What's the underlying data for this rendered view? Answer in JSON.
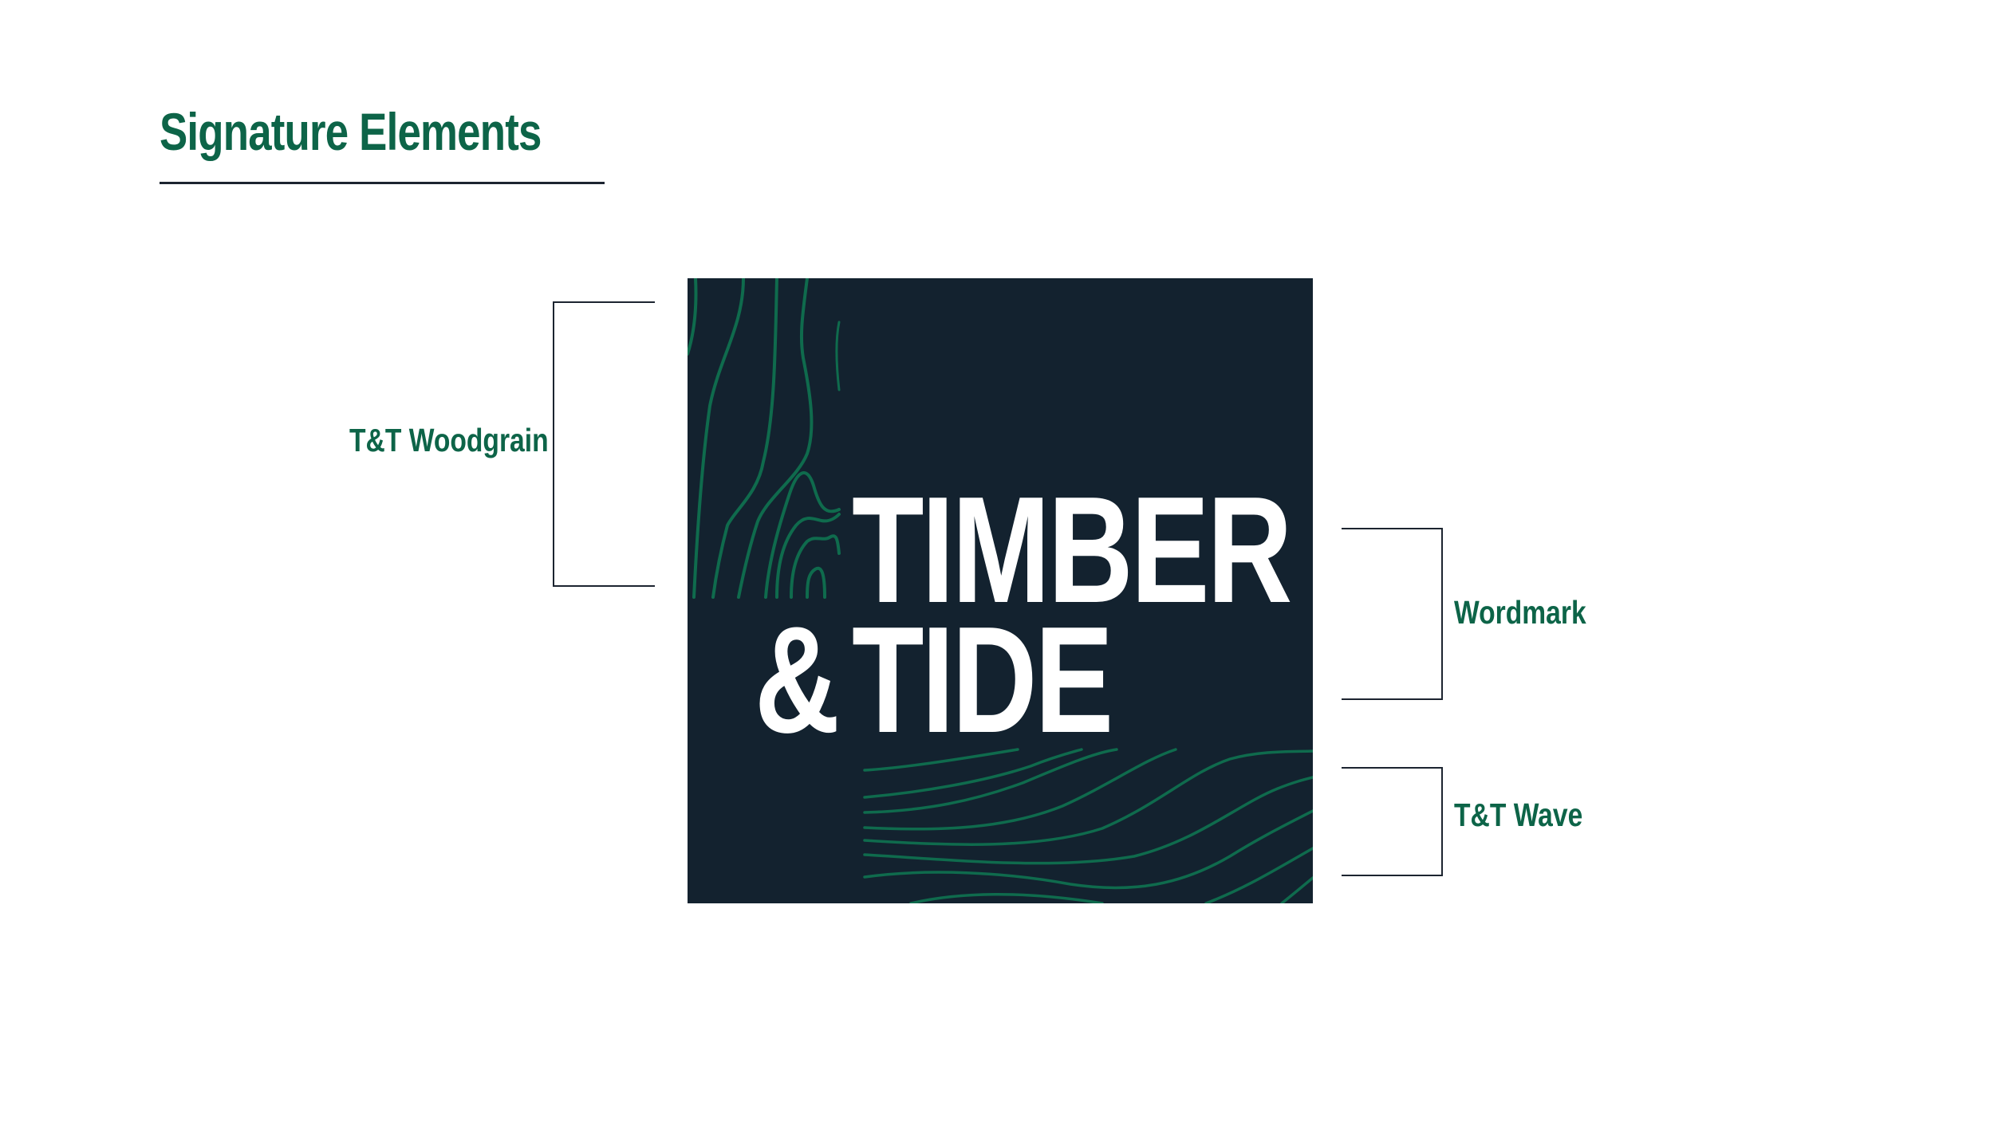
{
  "page": {
    "title": "Signature Elements"
  },
  "logo": {
    "line1": "TIMBER",
    "ampersand": "&",
    "line2": "TIDE",
    "background_color": "#13222f",
    "line_color": "#0f6b4d",
    "text_color": "#ffffff"
  },
  "callouts": [
    {
      "id": "woodgrain",
      "label": "T&T Woodgrain",
      "side": "left"
    },
    {
      "id": "wordmark",
      "label": "Wordmark",
      "side": "right"
    },
    {
      "id": "wave",
      "label": "T&T Wave",
      "side": "right"
    }
  ],
  "colors": {
    "accent_green": "#0d6448",
    "rule_dark": "#1c2430",
    "background": "#ffffff"
  }
}
